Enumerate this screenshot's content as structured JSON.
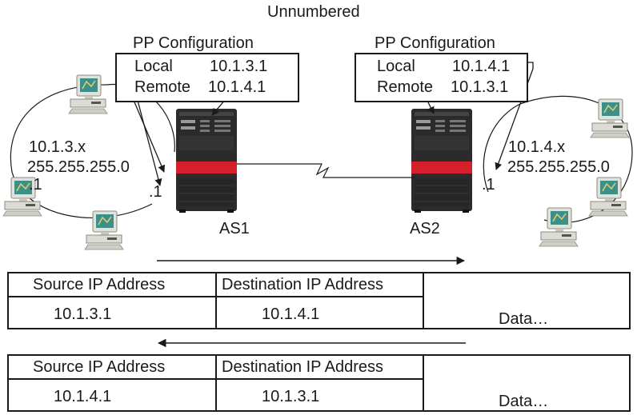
{
  "title": "Unnumbered",
  "as1": {
    "name": "AS1",
    "config_title": "PP Configuration",
    "local_label": "Local",
    "local_ip": "10.1.3.1",
    "remote_label": "Remote",
    "remote_ip": "10.1.4.1",
    "net_addr": "10.1.3.x",
    "net_mask": "255.255.255.0",
    "host_dot1": ".1",
    "iface_dot1": ".1"
  },
  "as2": {
    "name": "AS2",
    "config_title": "PP Configuration",
    "local_label": "Local",
    "local_ip": "10.1.4.1",
    "remote_label": "Remote",
    "remote_ip": "10.1.3.1",
    "net_addr": "10.1.4.x",
    "net_mask": "255.255.255.0",
    "iface_dot1": ".1"
  },
  "packets": [
    {
      "direction": "right",
      "headers": [
        "Source IP Address",
        "Destination IP Address"
      ],
      "source": "10.1.3.1",
      "destination": "10.1.4.1",
      "data": "Data…"
    },
    {
      "direction": "left",
      "headers": [
        "Source IP Address",
        "Destination IP Address"
      ],
      "source": "10.1.4.1",
      "destination": "10.1.3.1",
      "data": "Data…"
    }
  ],
  "colors": {
    "line": "#1a1a1a",
    "server_body": "#2b2b2b",
    "server_band": "#d4202a",
    "monitor_case": "#e2e2da",
    "screen": "#3d8f8a"
  }
}
